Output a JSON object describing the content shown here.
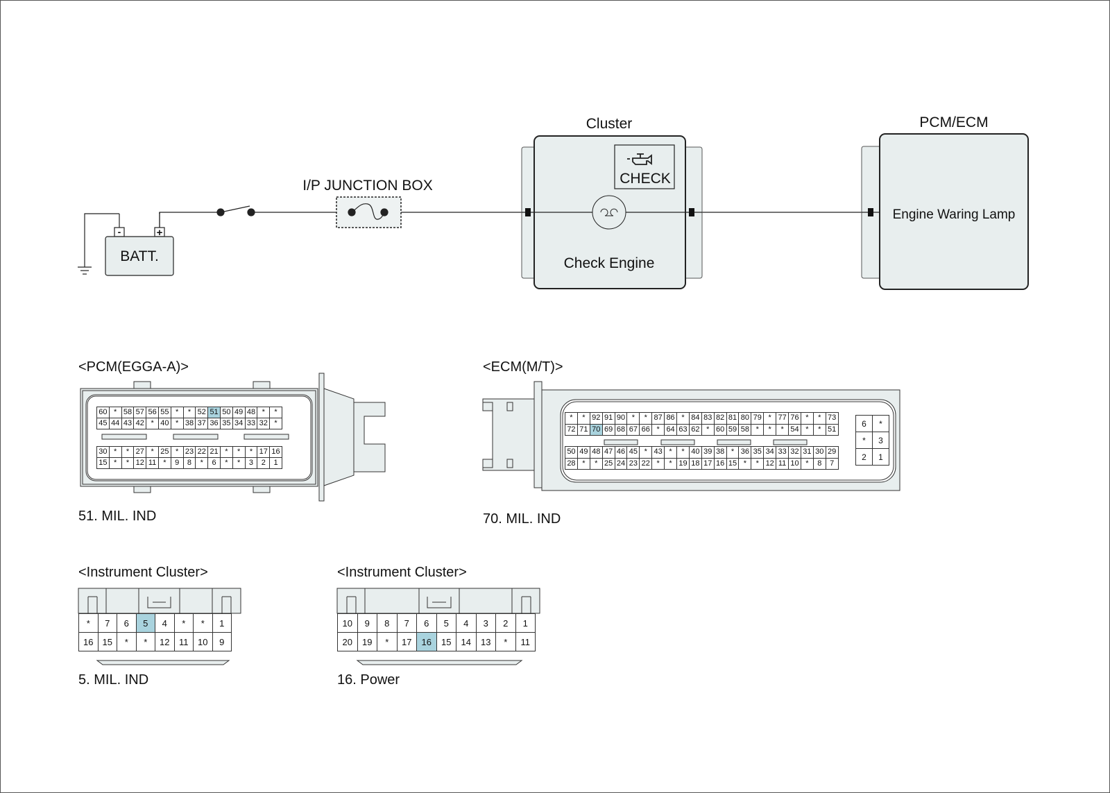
{
  "top": {
    "cluster_title": "Cluster",
    "pcm_ecm_title": "PCM/ECM",
    "junction_box": "I/P JUNCTION BOX",
    "battery": "BATT.",
    "battery_minus": "-",
    "battery_plus": "+",
    "check_label": "CHECK",
    "check_engine": "Check Engine",
    "engine_lamp": "Engine Waring Lamp"
  },
  "pcm": {
    "title": "<PCM(EGGA-A)>",
    "caption": "51. MIL. IND",
    "highlight": "51",
    "upper_rows": [
      [
        "60",
        "*",
        "58",
        "57",
        "56",
        "55",
        "*",
        "*",
        "52",
        "51",
        "50",
        "49",
        "48",
        "*",
        "*"
      ],
      [
        "45",
        "44",
        "43",
        "42",
        "*",
        "40",
        "*",
        "38",
        "37",
        "36",
        "35",
        "34",
        "33",
        "32",
        "*"
      ]
    ],
    "lower_rows": [
      [
        "30",
        "*",
        "*",
        "27",
        "*",
        "25",
        "*",
        "23",
        "22",
        "21",
        "*",
        "*",
        "*",
        "17",
        "16"
      ],
      [
        "15",
        "*",
        "*",
        "12",
        "11",
        "*",
        "9",
        "8",
        "*",
        "6",
        "*",
        "*",
        "3",
        "2",
        "1"
      ]
    ]
  },
  "ecm": {
    "title": "<ECM(M/T)>",
    "caption": "70. MIL. IND",
    "highlight": "70",
    "upper_rows": [
      [
        "*",
        "*",
        "92",
        "91",
        "90",
        "*",
        "*",
        "87",
        "86",
        "*",
        "84",
        "83",
        "82",
        "81",
        "80",
        "79",
        "*",
        "77",
        "76",
        "*",
        "*",
        "73"
      ],
      [
        "72",
        "71",
        "70",
        "69",
        "68",
        "67",
        "66",
        "*",
        "64",
        "63",
        "62",
        "*",
        "60",
        "59",
        "58",
        "*",
        "*",
        "*",
        "54",
        "*",
        "*",
        "51"
      ]
    ],
    "lower_rows": [
      [
        "50",
        "49",
        "48",
        "47",
        "46",
        "45",
        "*",
        "43",
        "*",
        "*",
        "40",
        "39",
        "38",
        "*",
        "36",
        "35",
        "34",
        "33",
        "32",
        "31",
        "30",
        "29"
      ],
      [
        "28",
        "*",
        "*",
        "25",
        "24",
        "23",
        "22",
        "*",
        "*",
        "19",
        "18",
        "17",
        "16",
        "15",
        "*",
        "*",
        "12",
        "11",
        "10",
        "*",
        "8",
        "7"
      ]
    ],
    "side_rows": [
      [
        "6",
        "*"
      ],
      [
        "*",
        "3"
      ],
      [
        "2",
        "1"
      ]
    ]
  },
  "ic1": {
    "title": "<Instrument Cluster>",
    "caption": "5. MIL. IND",
    "highlight": "5",
    "rows": [
      [
        "*",
        "7",
        "6",
        "5",
        "4",
        "*",
        "*",
        "1"
      ],
      [
        "16",
        "15",
        "*",
        "*",
        "12",
        "11",
        "10",
        "9"
      ]
    ]
  },
  "ic2": {
    "title": "<Instrument Cluster>",
    "caption": "16. Power",
    "highlight": "16",
    "rows": [
      [
        "10",
        "9",
        "8",
        "7",
        "6",
        "5",
        "4",
        "3",
        "2",
        "1"
      ],
      [
        "20",
        "19",
        "*",
        "17",
        "16",
        "15",
        "14",
        "13",
        "*",
        "11"
      ]
    ]
  }
}
